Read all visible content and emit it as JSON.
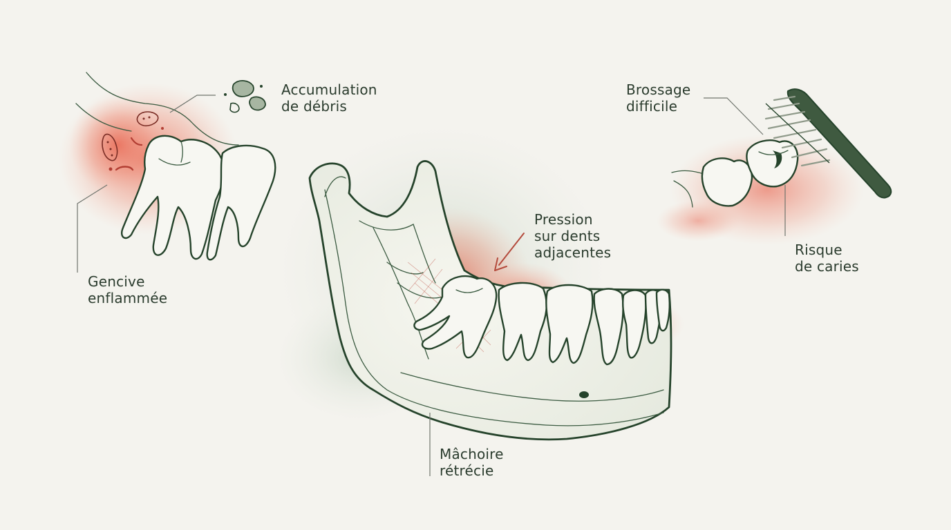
{
  "labels": {
    "debris": {
      "line1": "Accumulation",
      "line2": "de débris"
    },
    "gum": {
      "line1": "Gencive",
      "line2": "enflammée"
    },
    "pressure": {
      "line1": "Pression",
      "line2": "sur dents",
      "line3": "adjacentes"
    },
    "jaw": {
      "line1": "Mâchoire",
      "line2": "rétrécie"
    },
    "brushing": {
      "line1": "Brossage",
      "line2": "difficile"
    },
    "caries": {
      "line1": "Risque",
      "line2": "de caries"
    }
  },
  "colors": {
    "ink": "#25432b",
    "inflammation": "#e8604a",
    "background": "#f4f3ee",
    "label_text": "#2a3b2d"
  }
}
